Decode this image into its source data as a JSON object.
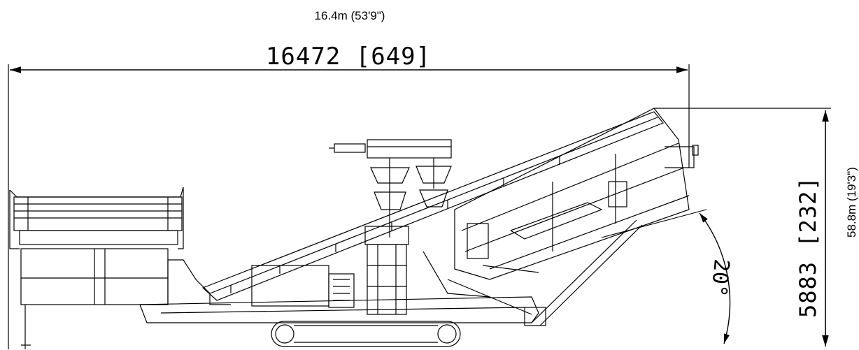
{
  "length_metric_label": "16.4m (53'9\")",
  "height_metric_label": "58.8m (19'3\")",
  "length_dimension": "16472 [649]",
  "height_dimension": "5883 [232]",
  "angle_dimension": "20°",
  "line_color": "#000000"
}
